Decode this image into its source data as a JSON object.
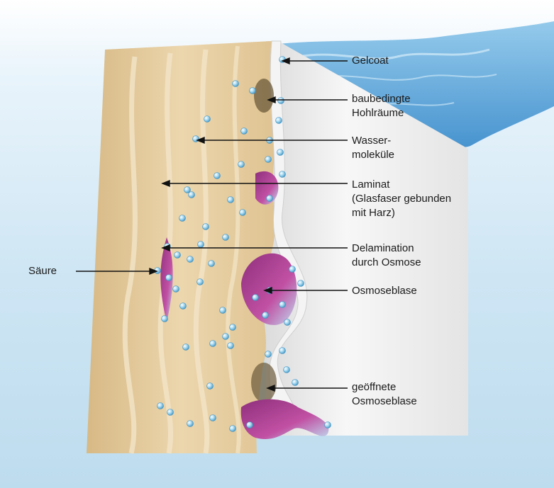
{
  "labels": {
    "gelcoat": "Gelcoat",
    "hohlraeume": "baubedingte\nHohlräume",
    "wasser": "Wasser-\nmoleküle",
    "laminat": "Laminat\n(Glasfaser gebunden\nmit Harz)",
    "delamination": "Delamination\ndurch Osmose",
    "osmoseblase": "Osmoseblase",
    "geoeffnet": "geöffnete\nOsmoseblase",
    "saeure": "Säure"
  },
  "colors": {
    "background": "#cfe6f4",
    "water": "#5fa8d6",
    "laminate": "#e3c99b",
    "gelcoat": "#f2f2f2",
    "blister": "#b0408f",
    "molecule": "#7fc4e4",
    "arrow": "#111111"
  }
}
